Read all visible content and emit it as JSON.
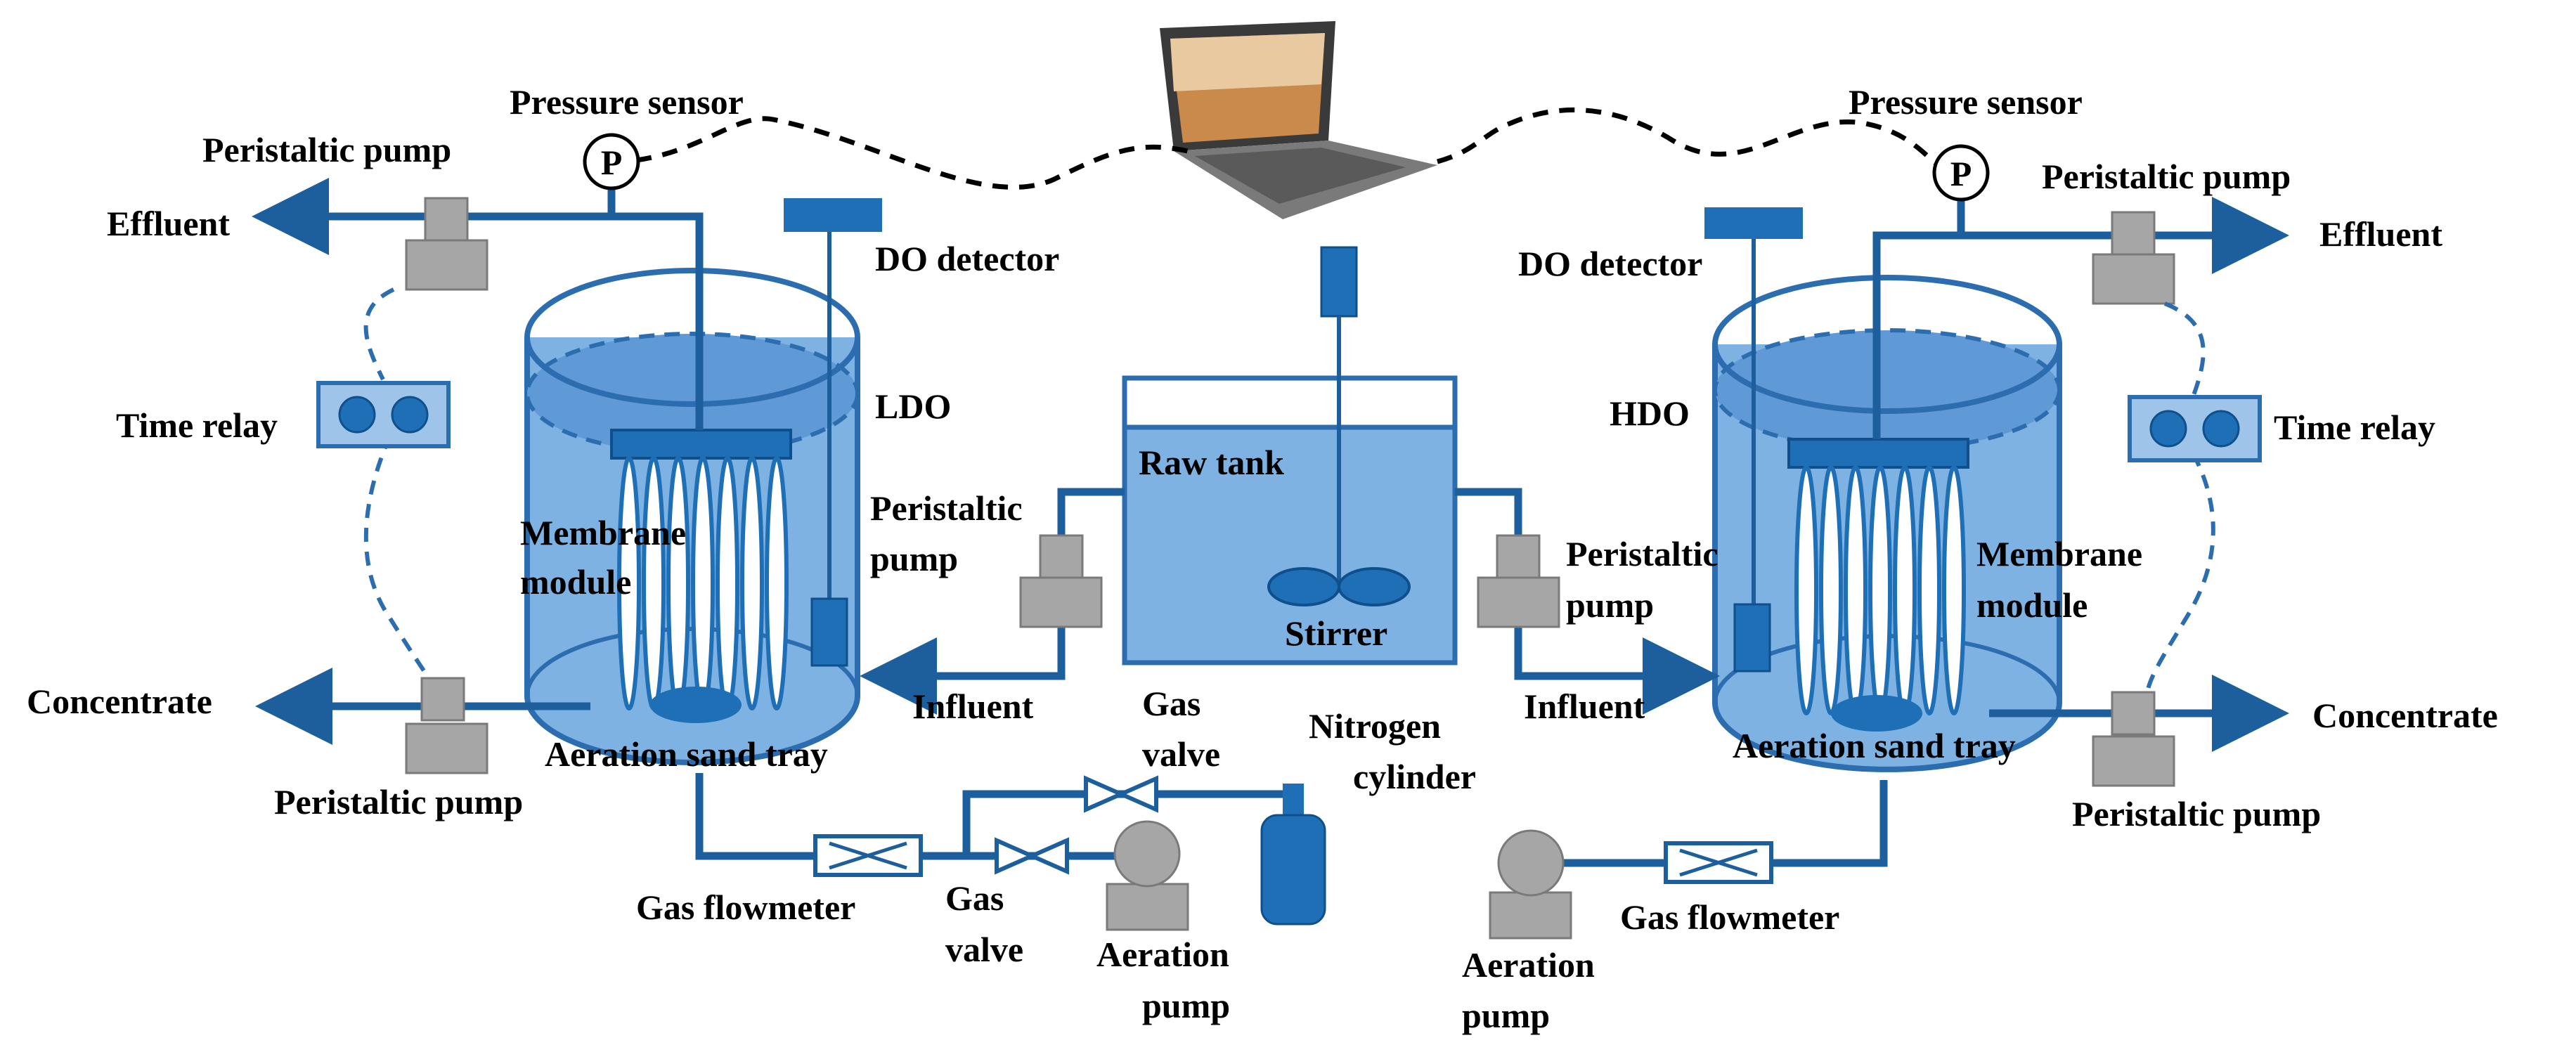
{
  "labels": {
    "pressure_sensor_left": "Pressure sensor",
    "pressure_sensor_right": "Pressure sensor",
    "pressure_symbol": "P",
    "peristaltic_pump_top_left": "Peristaltic pump",
    "peristaltic_pump_top_right": "Peristaltic pump",
    "effluent_left": "Effluent",
    "effluent_right": "Effluent",
    "do_detector_left": "DO detector",
    "do_detector_right": "DO detector",
    "time_relay_left": "Time relay",
    "time_relay_right": "Time relay",
    "ldo": "LDO",
    "hdo": "HDO",
    "membrane_left_line1": "Membrane",
    "membrane_left_line2": "module",
    "membrane_right_line1": "Membrane",
    "membrane_right_line2": "module",
    "raw_tank": "Raw tank",
    "stirrer": "Stirrer",
    "peristaltic_mid_left_line1": "Peristaltic",
    "peristaltic_mid_left_line2": "pump",
    "peristaltic_mid_right_line1": "Peristaltic",
    "peristaltic_mid_right_line2": "pump",
    "concentrate_left": "Concentrate",
    "concentrate_right": "Concentrate",
    "influent_left": "Influent",
    "influent_right": "Influent",
    "aeration_sand_tray_left": "Aeration sand tray",
    "aeration_sand_tray_right": "Aeration sand tray",
    "peristaltic_pump_bottom_left": "Peristaltic pump",
    "peristaltic_pump_bottom_right": "Peristaltic pump",
    "gas_valve_top_line1": "Gas",
    "gas_valve_top_line2": "valve",
    "gas_valve_bottom_line1": "Gas",
    "gas_valve_bottom_line2": "valve",
    "nitrogen_line1": "Nitrogen",
    "nitrogen_line2": "cylinder",
    "gas_flowmeter_left": "Gas flowmeter",
    "gas_flowmeter_right": "Gas flowmeter",
    "aeration_pump_left_line1": "Aeration",
    "aeration_pump_left_line2": "pump",
    "aeration_pump_right_line1": "Aeration",
    "aeration_pump_right_line2": "pump"
  },
  "colors": {
    "pipe": "#1d5f9c",
    "tank_fill": "#7eb2e2",
    "tank_stroke": "#2c6db0",
    "water_dark": "#5f9ad6",
    "device_blue": "#1f6fb7",
    "pump_gray": "#a6a6a6",
    "membrane_white": "#ffffff"
  },
  "icons": {
    "laptop": "laptop-icon",
    "pressure_sensor": "pressure-gauge-icon",
    "pump": "peristaltic-pump-icon",
    "relay": "time-relay-icon",
    "valve": "gas-valve-icon",
    "flowmeter": "flowmeter-icon",
    "cylinder": "gas-cylinder-icon",
    "stirrer": "stirrer-icon"
  }
}
